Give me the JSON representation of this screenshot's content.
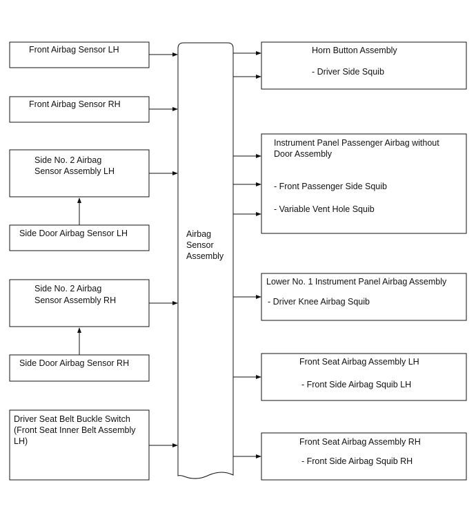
{
  "left_boxes": [
    {
      "lines": [
        "Front Airbag Sensor LH"
      ]
    },
    {
      "lines": [
        "Front Airbag Sensor RH"
      ]
    },
    {
      "lines": [
        "Side No. 2 Airbag",
        "Sensor Assembly LH"
      ]
    },
    {
      "lines": [
        "Side Door Airbag Sensor LH"
      ]
    },
    {
      "lines": [
        "Side No. 2 Airbag",
        "Sensor Assembly RH"
      ]
    },
    {
      "lines": [
        "Side Door Airbag Sensor RH"
      ]
    },
    {
      "lines": [
        "Driver Seat Belt Buckle Switch",
        "(Front Seat Inner Belt Assembly",
        "LH)"
      ]
    }
  ],
  "center": {
    "lines": [
      "Airbag",
      "Sensor",
      "Assembly"
    ]
  },
  "right_boxes": [
    {
      "title": [
        "Horn Button Assembly"
      ],
      "items": [
        "- Driver Side Squib"
      ]
    },
    {
      "title": [
        "Instrument Panel Passenger Airbag without",
        "Door Assembly"
      ],
      "items": [
        " - Front Passenger Side Squib",
        " - Variable Vent Hole Squib"
      ]
    },
    {
      "title": [
        "Lower No. 1 Instrument Panel Airbag Assembly"
      ],
      "items": [
        "- Driver Knee Airbag Squib"
      ]
    },
    {
      "title": [
        "Front Seat Airbag Assembly LH"
      ],
      "items": [
        "- Front Side Airbag Squib LH"
      ]
    },
    {
      "title": [
        "Front Seat Airbag Assembly RH"
      ],
      "items": [
        "- Front Side Airbag Squib RH"
      ]
    }
  ]
}
